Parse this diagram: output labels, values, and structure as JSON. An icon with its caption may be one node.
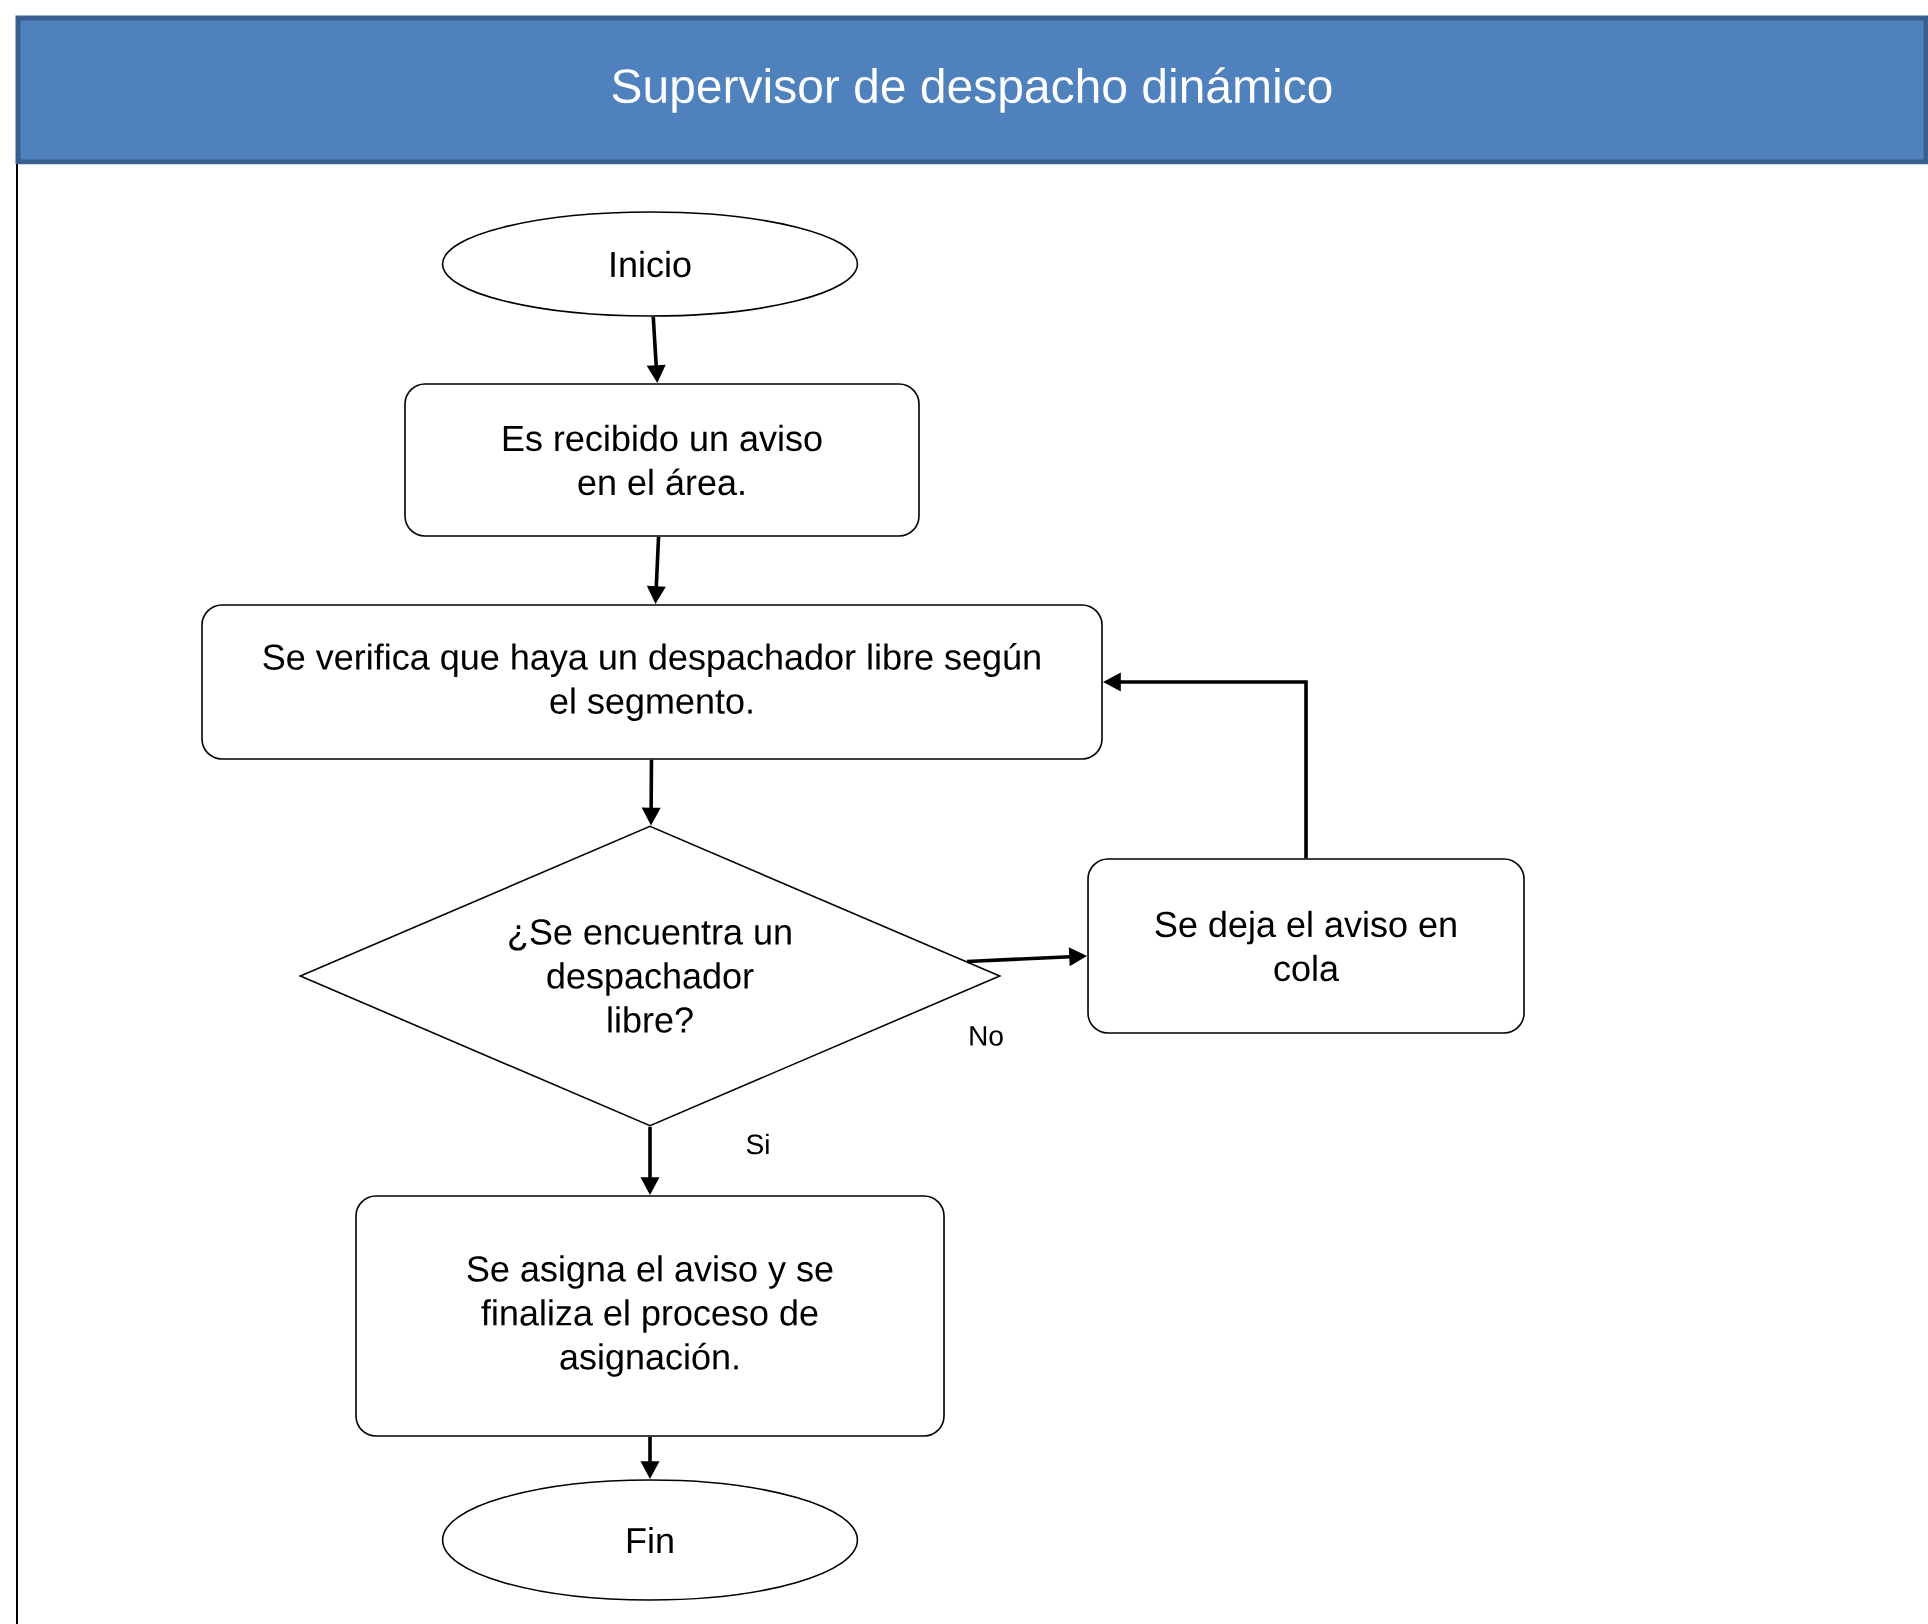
{
  "diagram": {
    "title": "Supervisor de despacho dinámico",
    "nodes": [
      {
        "text": [
          "Inicio"
        ]
      },
      {
        "text": [
          "Es recibido un aviso en el área."
        ]
      },
      {
        "text": [
          "Se verifica que haya un despachador libre según el segmento."
        ]
      },
      {
        "text": [
          "¿Se encuentra un despachador libre?"
        ]
      },
      {
        "text": [
          "Se deja el aviso en cola"
        ]
      },
      {
        "text": [
          "Se asigna el aviso y se finaliza el proceso de asignación."
        ]
      },
      {
        "text": [
          "Fin"
        ]
      }
    ],
    "edges": [
      {
        "from": 0,
        "to": 1,
        "arrow": "to"
      },
      {
        "from": 1,
        "to": 2,
        "arrow": "to"
      },
      {
        "from": 2,
        "to": 3,
        "arrow": "to"
      },
      {
        "from": 3,
        "to": 4,
        "arrow": "to",
        "label": "No"
      },
      {
        "from": 3,
        "to": 5,
        "arrow": "to",
        "label": "Si"
      },
      {
        "from": 4,
        "to": 2,
        "arrow": "to"
      },
      {
        "from": 5,
        "to": 6,
        "arrow": "to"
      }
    ]
  }
}
